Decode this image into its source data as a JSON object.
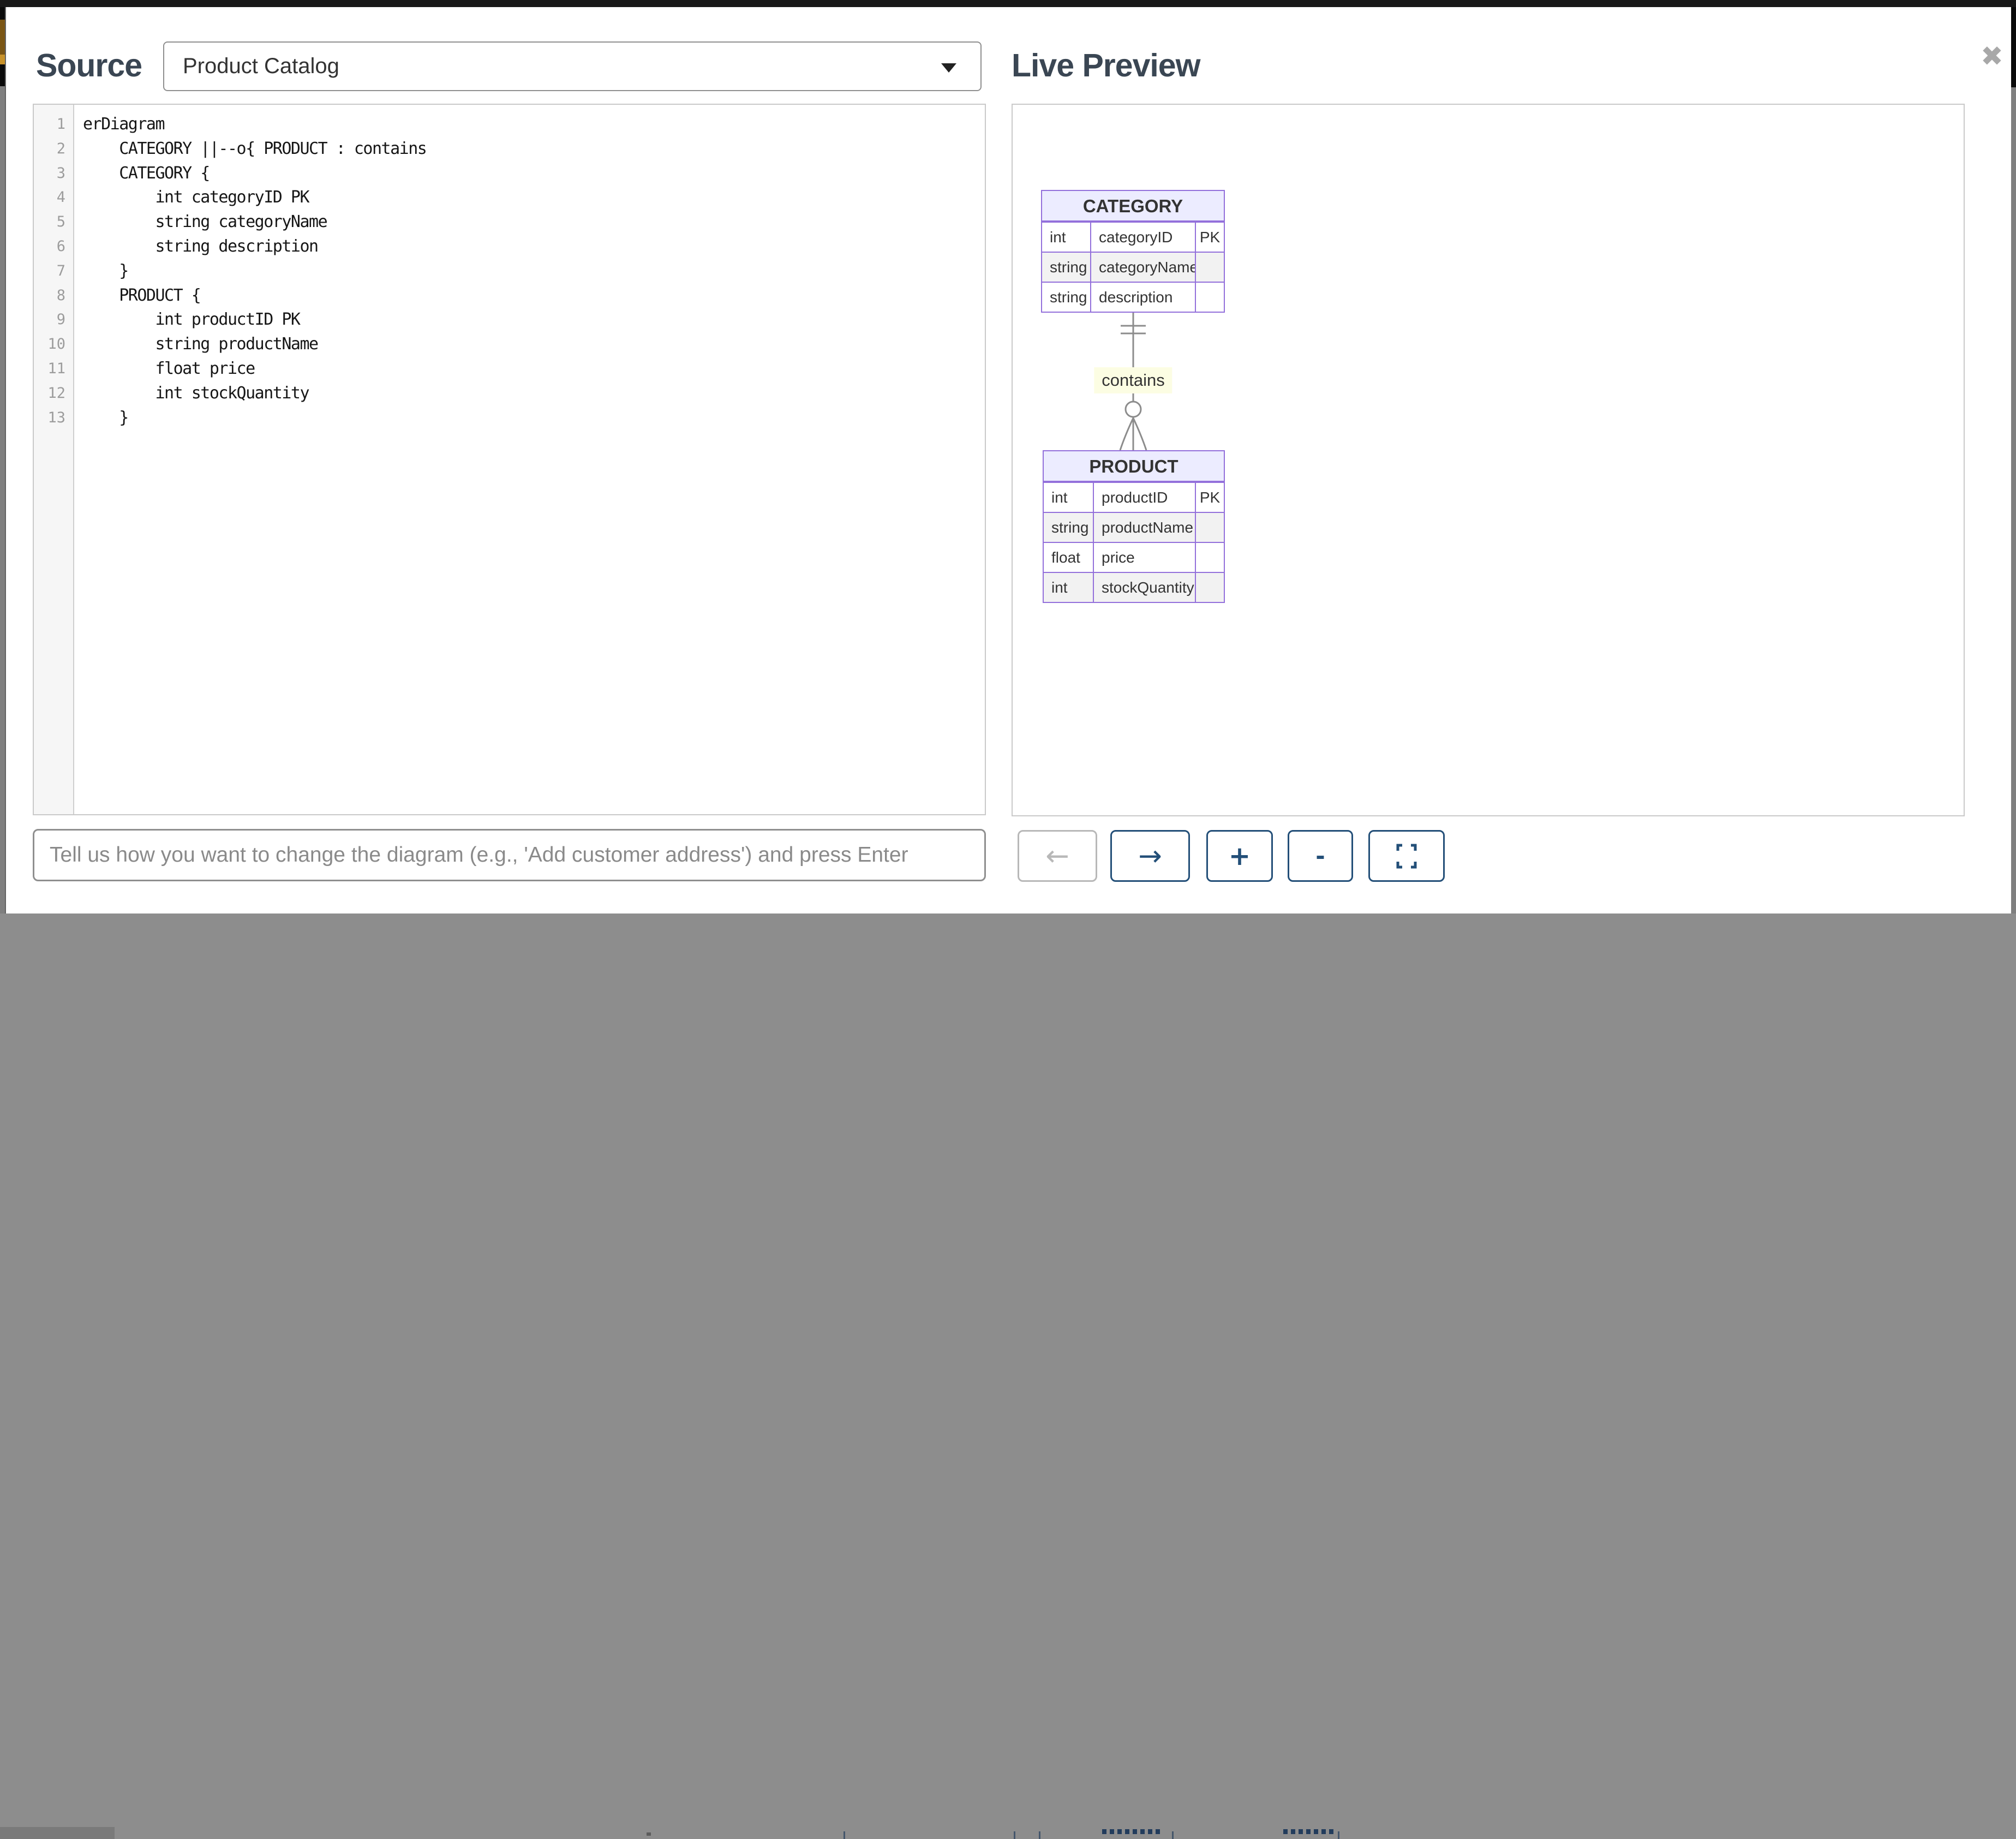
{
  "source": {
    "title": "Source",
    "dropdown": {
      "value": "Product Catalog"
    },
    "editor": {
      "lines": [
        "erDiagram",
        "    CATEGORY ||--o{ PRODUCT : contains",
        "    CATEGORY {",
        "        int categoryID PK",
        "        string categoryName",
        "        string description",
        "    }",
        "    PRODUCT {",
        "        int productID PK",
        "        string productName",
        "        float price",
        "        int stockQuantity",
        "    }"
      ]
    },
    "prompt": {
      "placeholder": "Tell us how you want to change the diagram (e.g., 'Add customer address') and press Enter"
    }
  },
  "preview": {
    "title": "Live Preview",
    "close_icon": "✖",
    "diagram": {
      "entities": [
        {
          "name": "CATEGORY",
          "rows": [
            {
              "type": "int",
              "attr": "categoryID",
              "key": "PK"
            },
            {
              "type": "string",
              "attr": "categoryName",
              "key": ""
            },
            {
              "type": "string",
              "attr": "description",
              "key": ""
            }
          ]
        },
        {
          "name": "PRODUCT",
          "rows": [
            {
              "type": "int",
              "attr": "productID",
              "key": "PK"
            },
            {
              "type": "string",
              "attr": "productName",
              "key": ""
            },
            {
              "type": "float",
              "attr": "price",
              "key": ""
            },
            {
              "type": "int",
              "attr": "stockQuantity",
              "key": ""
            }
          ]
        }
      ],
      "relationship": {
        "from": "CATEGORY",
        "to": "PRODUCT",
        "label": "contains",
        "cardinality": "one-to-zero-or-many"
      }
    },
    "toolbar": [
      {
        "name": "pan-left",
        "glyph": "←",
        "disabled": true
      },
      {
        "name": "pan-right",
        "glyph": "→",
        "disabled": false
      },
      {
        "name": "zoom-in",
        "glyph": "+",
        "disabled": false
      },
      {
        "name": "zoom-out",
        "glyph": "-",
        "disabled": false
      },
      {
        "name": "fullscreen",
        "glyph": "fullscreen",
        "disabled": false
      }
    ]
  },
  "colors": {
    "accent_navy": "#234f78",
    "er_border": "#9370DB",
    "er_header_fill": "#ECECFF",
    "er_alt_row_fill": "#f2f2f2",
    "relationship_label_bg": "#fcfde3",
    "relationship_line": "#8c8c8c"
  }
}
